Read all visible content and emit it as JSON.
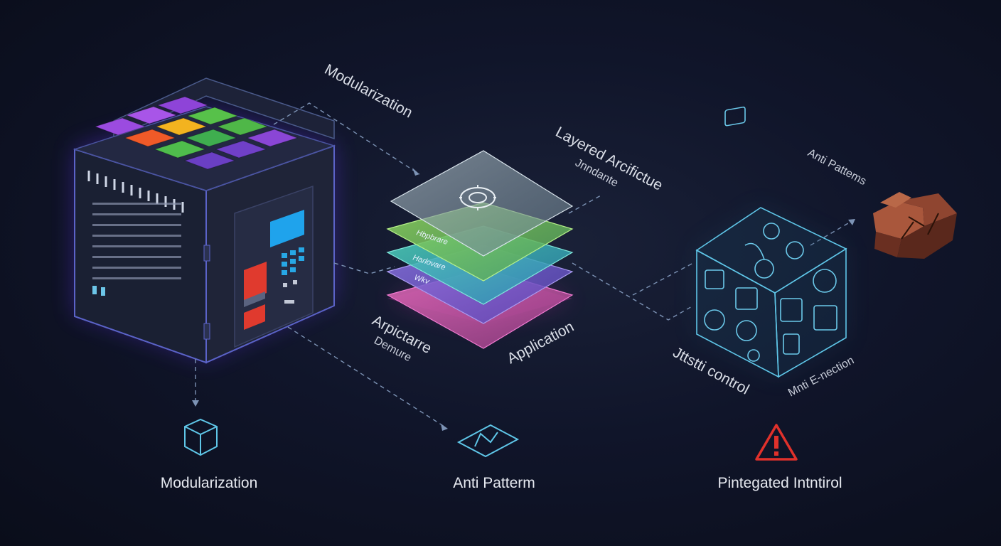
{
  "labels": {
    "modularization_top": "Modularization",
    "layered_title": "Layered Arcifictue",
    "layered_sub": "Jnndante",
    "anti_patterns": "Anti Pattems",
    "arpictarre": "Arpictarre",
    "demure": "Demure",
    "application": "Application",
    "control": "Jttstti control",
    "injection": "Mnti E-nection"
  },
  "layer_labels": {
    "green": "Hbpbrare",
    "teal": "Harlovare",
    "purple": "Wkv"
  },
  "captions": {
    "left": "Modularization",
    "middle": "Anti Patterm",
    "right": "Pintegated Intntirol"
  },
  "colors": {
    "background": "#0e1326",
    "accent_blue": "#5fc6e8",
    "warning_red": "#e0312b",
    "brown": "#8b4a35"
  }
}
